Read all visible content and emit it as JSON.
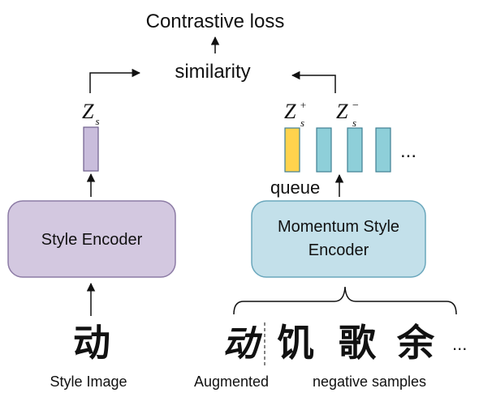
{
  "title": "Contrastive loss",
  "similarity": "similarity",
  "anchor": {
    "symbol": "Z",
    "sub": "s"
  },
  "positive": {
    "symbol": "Z",
    "sub": "s",
    "sup": "+"
  },
  "negative": {
    "symbol": "Z",
    "sub": "s",
    "sup": "−"
  },
  "ellipsis": "...",
  "queue_label": "queue",
  "style_encoder": "Style Encoder",
  "momentum_encoder": {
    "line1": "Momentum Style",
    "line2": "Encoder"
  },
  "style_image": {
    "char": "动",
    "label": "Style Image"
  },
  "augmented": {
    "char": "动",
    "label": "Augmented"
  },
  "negatives": {
    "chars": [
      "饥",
      "歌",
      "余"
    ],
    "label": "negative samples",
    "ellipsis": "..."
  },
  "colors": {
    "style_encoder_fill": "#d3c8e0",
    "style_encoder_stroke": "#8c7ba5",
    "momentum_fill": "#c3e0ea",
    "momentum_stroke": "#6aa7bc",
    "anchor_fill": "#c9bddc",
    "positive_fill": "#ffd34d",
    "negative_fill": "#8ecfd9",
    "queue_stroke": "#3f7f93"
  }
}
